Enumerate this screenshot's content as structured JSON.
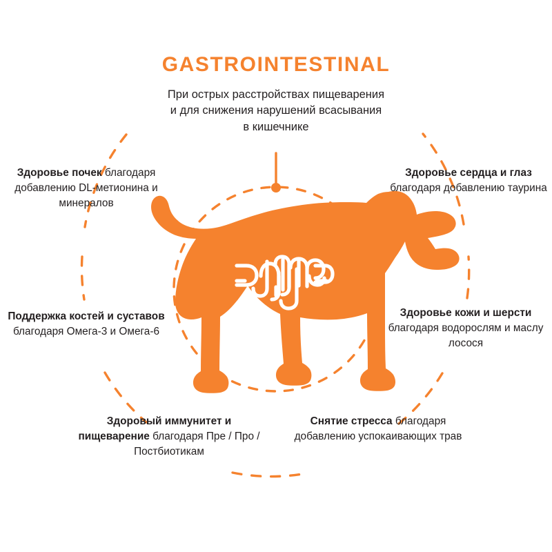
{
  "header": {
    "title": "GASTROINTESTINAL",
    "subtitle_lines": [
      "При острых расстройствах пищеварения",
      "и для снижения нарушений всасывания",
      "в кишечнике"
    ]
  },
  "colors": {
    "accent": "#f5822e",
    "text": "#231f20",
    "background": "#ffffff",
    "icon_stroke": "#ffffff"
  },
  "center_graphic": {
    "animal": "dog-silhouette",
    "organ_icon": "intestine-icon"
  },
  "benefits": {
    "kidney": {
      "heading": "Здоровье почек",
      "body": " благодаря добавлению DL-метионина и минералов"
    },
    "heart": {
      "heading": "Здоровье сердца и глаз",
      "body": " благодаря добавлению таурина"
    },
    "bones": {
      "heading": "Поддержка костей и суставов",
      "body": " благодаря Омега-3 и Омега-6"
    },
    "skin": {
      "heading": "Здоровье кожи и шерсти",
      "body": " благодаря водорослям и маслу лосося"
    },
    "immunity": {
      "heading": "Здоровый иммунитет и пищеварение",
      "body": " благодаря Пре / Про / Постбиотикам"
    },
    "stress": {
      "heading": "Снятие стресса",
      "body": " благодаря добавлению успокаивающих трав"
    }
  }
}
